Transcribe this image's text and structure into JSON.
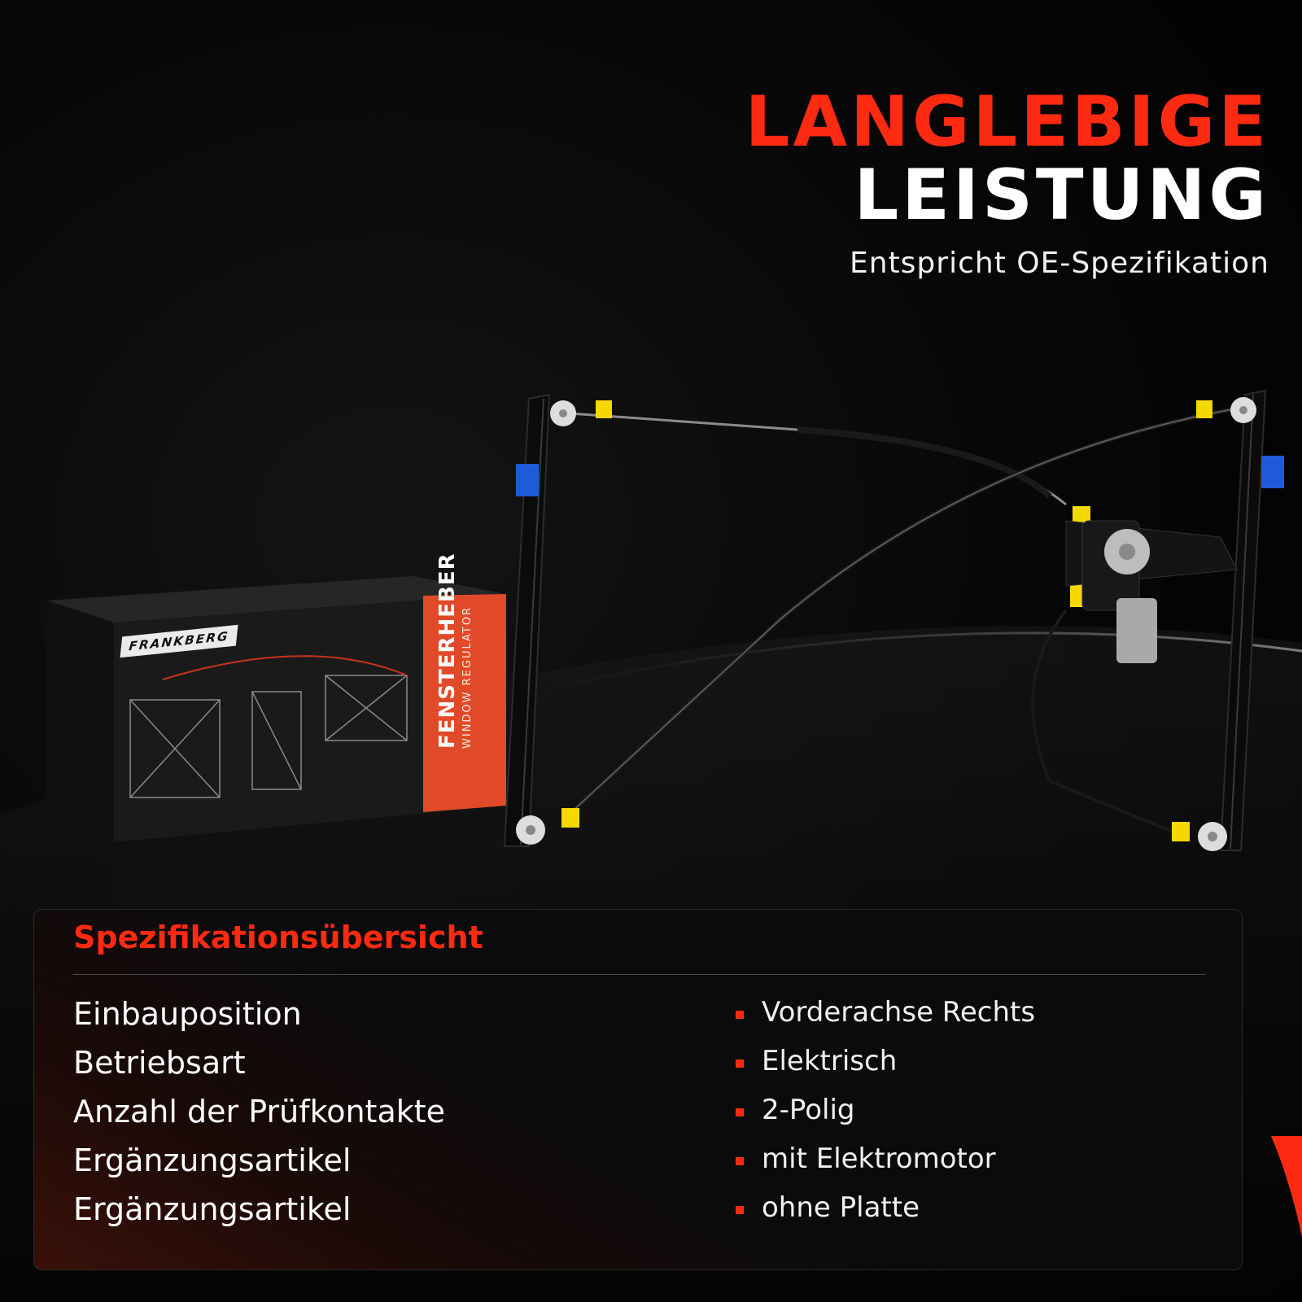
{
  "headline": {
    "line1": "LANGLEBIGE",
    "line2": "LEISTUNG",
    "subtitle": "Entspricht OE-Spezifikation"
  },
  "product_box": {
    "brand": "FRANKBERG",
    "title": "FENSTERHEBER",
    "subtitle": "WINDOW REGULATOR"
  },
  "spec": {
    "heading": "Spezifikationsübersicht",
    "rows": [
      {
        "label": "Einbauposition",
        "value": "Vorderachse Rechts"
      },
      {
        "label": "Betriebsart",
        "value": "Elektrisch"
      },
      {
        "label": "Anzahl der Prüfkontakte",
        "value": "2-Polig"
      },
      {
        "label": "Ergänzungsartikel",
        "value": "mit Elektromotor"
      },
      {
        "label": "Ergänzungsartikel",
        "value": "ohne Platte"
      }
    ]
  },
  "colors": {
    "accent": "#ff2a12",
    "background": "#000000",
    "clip_yellow": "#f4d800",
    "clip_blue": "#1f5bd8"
  }
}
